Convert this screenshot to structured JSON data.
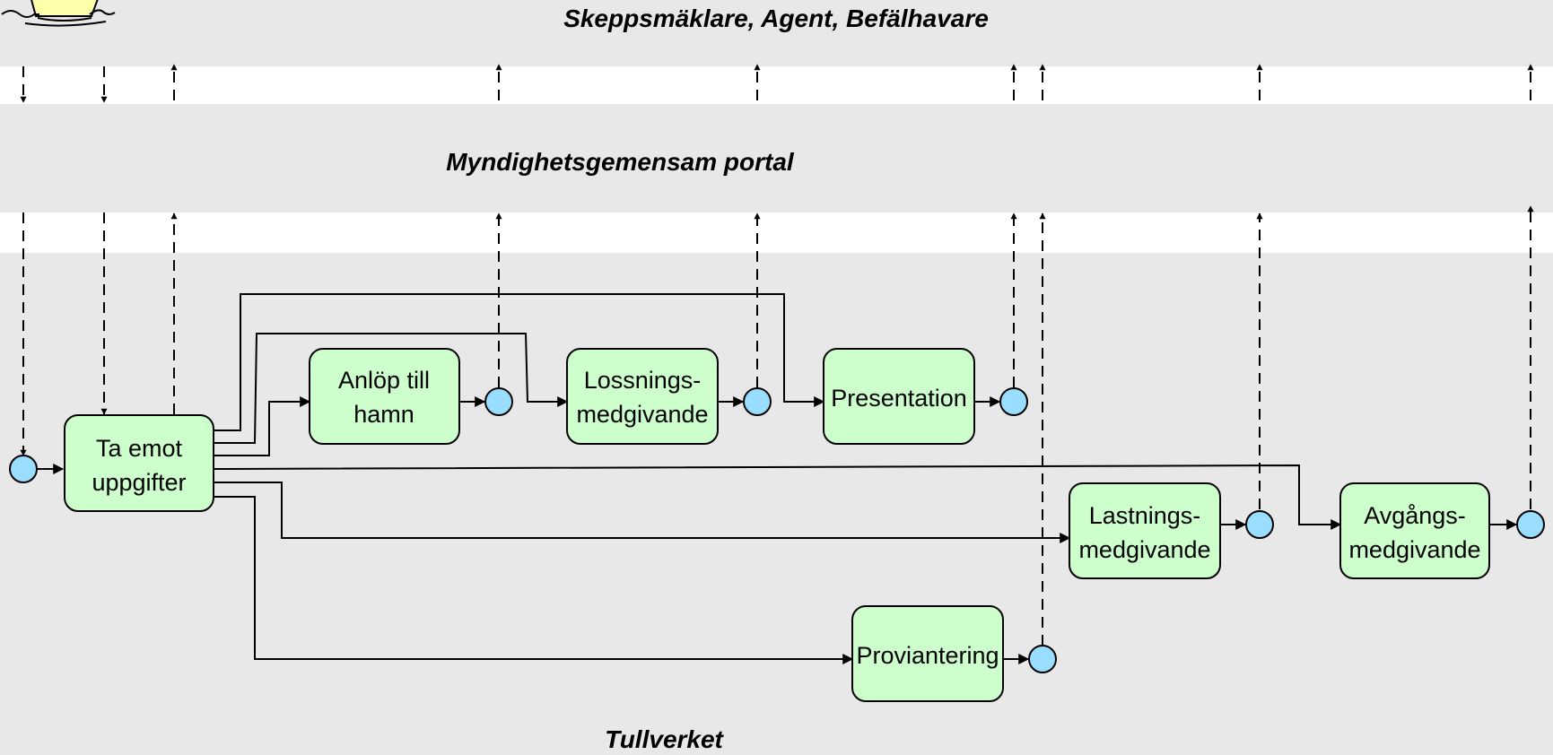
{
  "lanes": {
    "top": "Skeppsmäklare, Agent, Befälhavare",
    "middle": "Myndighetsgemensam portal",
    "bottom": "Tullverket"
  },
  "activities": {
    "ta_emot": [
      "Ta emot",
      "uppgifter"
    ],
    "anlop": [
      "Anlöp till",
      "hamn"
    ],
    "lossning": [
      "Lossnings-",
      "medgivande"
    ],
    "presentation": [
      "Presentation"
    ],
    "lastning": [
      "Lastnings-",
      "medgivande"
    ],
    "avgang": [
      "Avgångs-",
      "medgivande"
    ],
    "proviantering": [
      "Proviantering"
    ]
  },
  "colors": {
    "lane_background": "#e8e8e8",
    "activity_fill": "#ccffcc",
    "event_fill": "#99ddff",
    "ship_fill": "#ffffaa"
  },
  "icons": [
    "ship-icon"
  ]
}
